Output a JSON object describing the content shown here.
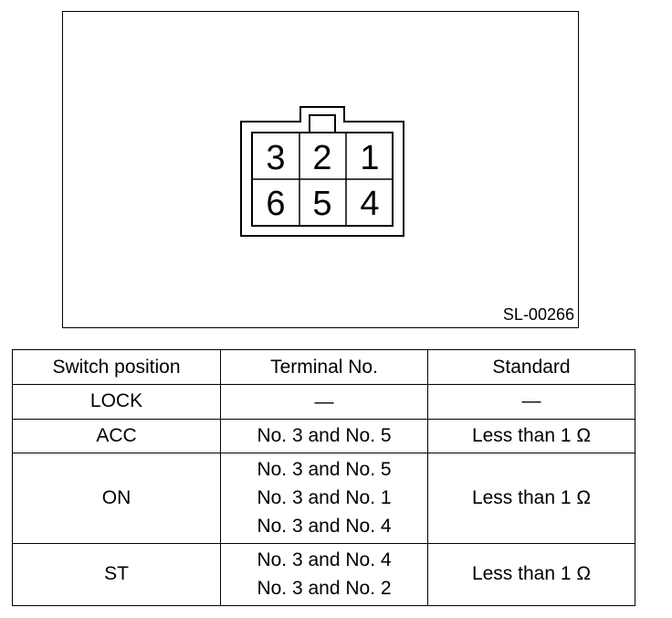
{
  "figure": {
    "code": "SL-00266",
    "terminals": [
      [
        "3",
        "2",
        "1"
      ],
      [
        "6",
        "5",
        "4"
      ]
    ]
  },
  "table": {
    "headers": [
      "Switch position",
      "Terminal No.",
      "Standard"
    ],
    "rows": [
      {
        "position": "LOCK",
        "terminals": [
          "—"
        ],
        "standard": "—"
      },
      {
        "position": "ACC",
        "terminals": [
          "No. 3 and No. 5"
        ],
        "standard": "Less than 1 Ω"
      },
      {
        "position": "ON",
        "terminals": [
          "No. 3 and No. 5",
          "No. 3 and No. 1",
          "No. 3 and No. 4"
        ],
        "standard": "Less than 1 Ω"
      },
      {
        "position": "ST",
        "terminals": [
          "No. 3 and No. 4",
          "No. 3 and No. 2"
        ],
        "standard": "Less than 1 Ω"
      }
    ]
  }
}
